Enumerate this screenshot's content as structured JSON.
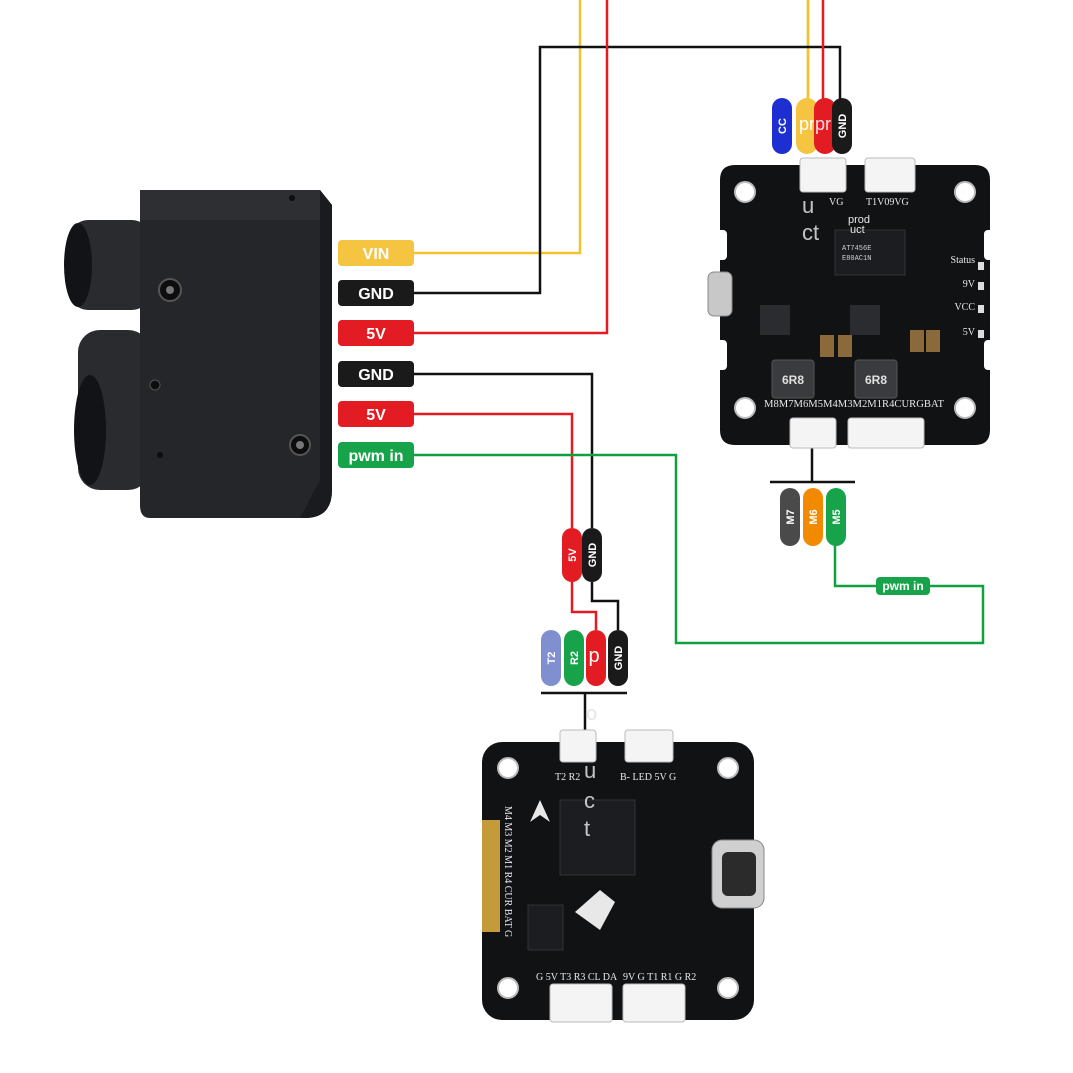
{
  "colors": {
    "yellow": "#f5c542",
    "black": "#1a1a1a",
    "red": "#e31b23",
    "green": "#17a34a",
    "blue": "#1d2fd0",
    "grey": "#4a4a4a",
    "orange": "#f28a00",
    "lavender": "#7f8fd0",
    "wire_yellow": "#f2c230",
    "wire_red": "#e31b23",
    "wire_black": "#111111",
    "wire_green": "#10a040"
  },
  "device_labels": [
    {
      "key": "vin",
      "text": "VIN",
      "color": "yellow"
    },
    {
      "key": "gnd1",
      "text": "GND",
      "color": "black"
    },
    {
      "key": "v5a",
      "text": "5V",
      "color": "red"
    },
    {
      "key": "gnd2",
      "text": "GND",
      "color": "black"
    },
    {
      "key": "v5b",
      "text": "5V",
      "color": "red"
    },
    {
      "key": "pwm",
      "text": "pwm in",
      "color": "green"
    }
  ],
  "top_connector_labels": [
    {
      "text": "CC",
      "color": "blue"
    },
    {
      "text": "pr",
      "color": "yellow"
    },
    {
      "text": "pr",
      "color": "red"
    },
    {
      "text": "GND",
      "color": "black"
    }
  ],
  "motor_labels": [
    {
      "text": "M7",
      "color": "grey"
    },
    {
      "text": "M6",
      "color": "orange"
    },
    {
      "text": "M5",
      "color": "green"
    }
  ],
  "mid_labels": [
    {
      "text": "5V",
      "color": "red"
    },
    {
      "text": "GND",
      "color": "black"
    }
  ],
  "fc_labels": [
    {
      "text": "T2",
      "color": "lavender"
    },
    {
      "text": "R2",
      "color": "green"
    },
    {
      "text": "p",
      "color": "red"
    },
    {
      "text": "GND",
      "color": "black"
    }
  ],
  "pwm_side_label": "pwm in",
  "esc_silk": {
    "top_left": "VG",
    "top_right": "T1V09VG",
    "status": "Status",
    "v9": "9V",
    "vcc": "VCC",
    "v5": "5V",
    "bottom": "M8M7M6M5M4M3M2M1R4CURGBAT",
    "inductor": "6R8",
    "chip": "AT7456E",
    "chip2": "E80AC1N",
    "watermark_lines": [
      "u",
      "ct"
    ],
    "small_watermark": [
      "prod",
      "uct"
    ]
  },
  "fc_silk": {
    "top_left": "T2 R2",
    "top_right": "B- LED 5V G",
    "left_vertical": "M4 M3 M2 M1 R4 CUR BAT G",
    "bottom_left": "G 5V T3 R3 CL DA",
    "bottom_right": "9V G T1 R1 G R2",
    "watermark_lines": [
      "o",
      "u",
      "c",
      "t"
    ]
  }
}
